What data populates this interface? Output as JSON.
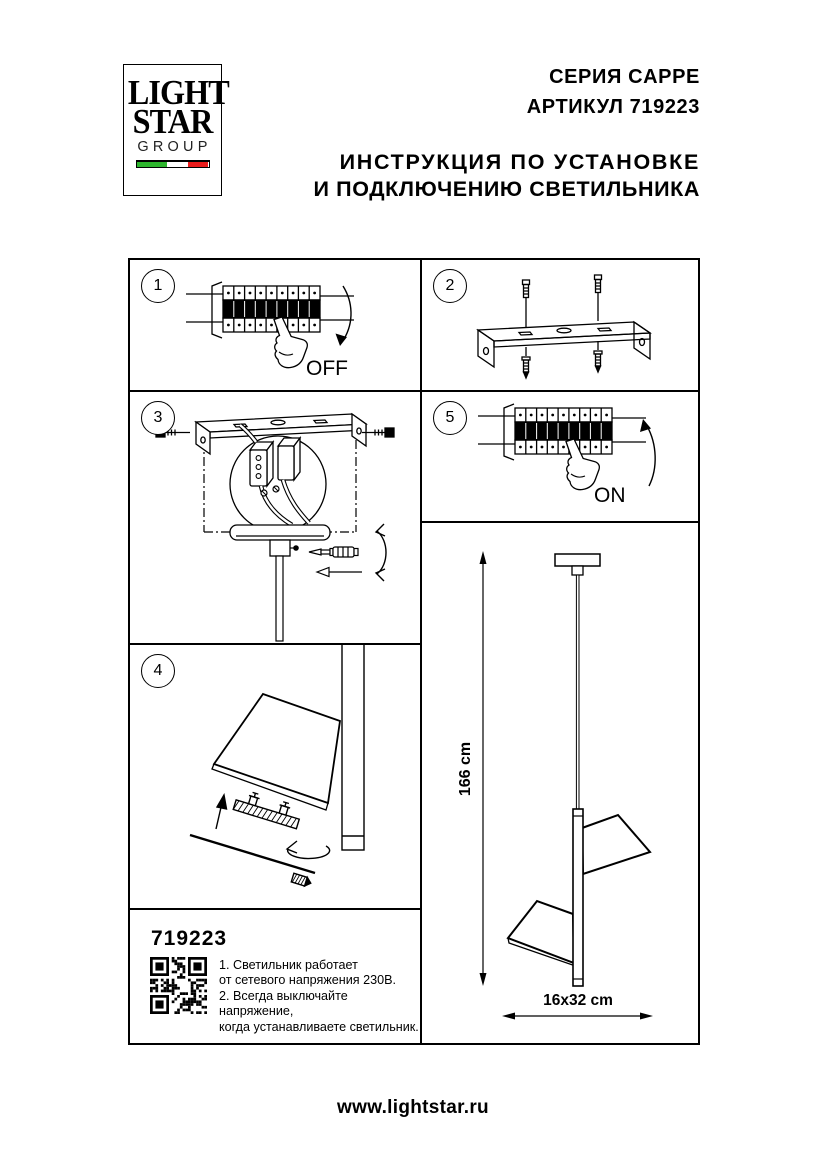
{
  "logo": {
    "line1": "LIGHT",
    "line2": "STAR",
    "line3": "GROUP",
    "flag_colors": {
      "green": "#2db52d",
      "white": "#ffffff",
      "red": "#ea1c1c"
    }
  },
  "header": {
    "series": "СЕРИЯ CAPPE",
    "article": "АРТИКУЛ 719223",
    "title_line1": "ИНСТРУКЦИЯ ПО УСТАНОВКЕ",
    "title_line2": "И ПОДКЛЮЧЕНИЮ СВЕТИЛЬНИКА"
  },
  "steps": {
    "step1": {
      "number": "1",
      "label": "OFF"
    },
    "step2": {
      "number": "2"
    },
    "step3": {
      "number": "3"
    },
    "step4": {
      "number": "4"
    },
    "step5": {
      "number": "5",
      "label": "ON"
    }
  },
  "info": {
    "article": "719223",
    "notes": [
      "1. Светильник работает",
      "от сетевого напряжения 230В.",
      "2. Всегда выключайте напряжение,",
      "когда устанавливаете светильник."
    ]
  },
  "dimensions": {
    "height": "166 cm",
    "width_depth": "16x32 cm"
  },
  "footer": {
    "website": "www.lightstar.ru"
  }
}
